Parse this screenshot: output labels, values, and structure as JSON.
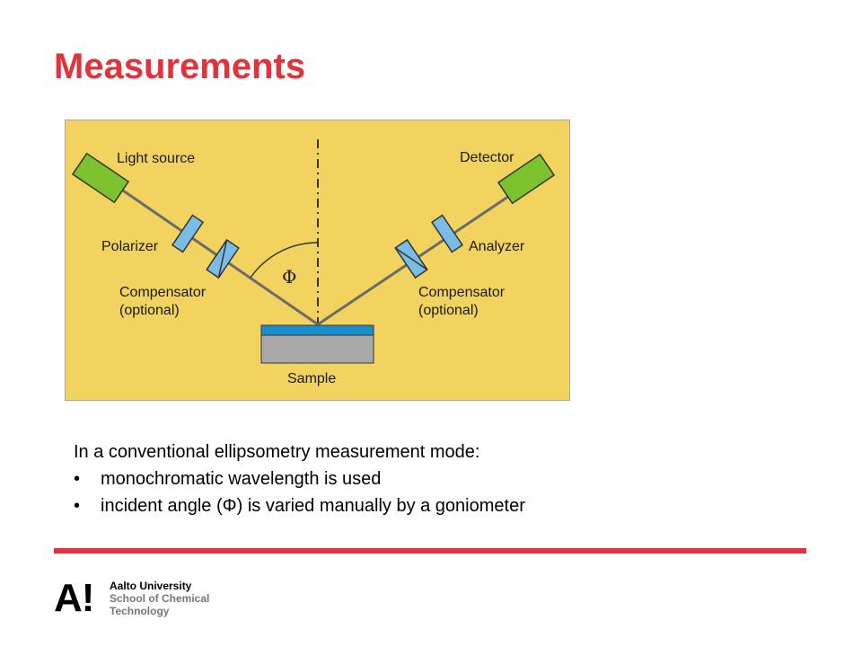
{
  "slide": {
    "title": "Measurements"
  },
  "diagram": {
    "background_color": "#f2d35f",
    "labels": {
      "light_source": "Light source",
      "detector": "Detector",
      "polarizer": "Polarizer",
      "analyzer": "Analyzer",
      "compensator_left": "Compensator",
      "optional_left": "(optional)",
      "compensator_right": "Compensator",
      "optional_right": "(optional)",
      "phi": "Φ",
      "sample": "Sample"
    }
  },
  "body": {
    "intro": "In a conventional ellipsometry measurement mode:",
    "bullets": [
      "monochromatic wavelength is used",
      "incident angle (Φ) is varied manually by a goniometer"
    ],
    "bullet_char": "•"
  },
  "footer": {
    "logo_mark": "A!",
    "logo_line1": "Aalto University",
    "logo_line2": "School of Chemical",
    "logo_line3": "Technology",
    "accent_color": "#e0333d"
  }
}
